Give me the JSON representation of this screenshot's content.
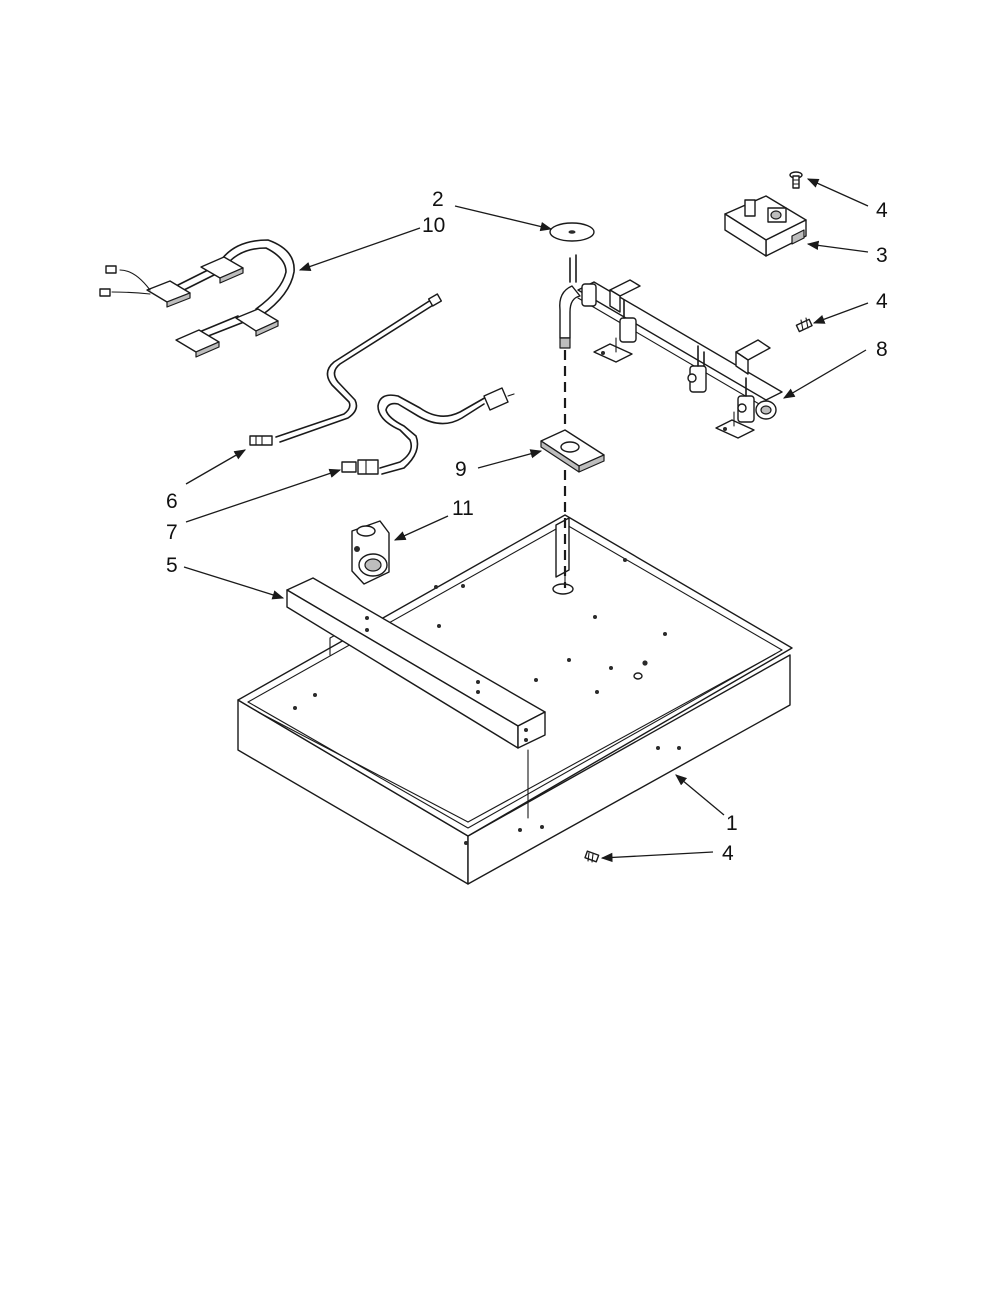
{
  "callouts": [
    {
      "id": "c2",
      "label": "2"
    },
    {
      "id": "c10",
      "label": "10"
    },
    {
      "id": "c4a",
      "label": "4"
    },
    {
      "id": "c3",
      "label": "3"
    },
    {
      "id": "c4b",
      "label": "4"
    },
    {
      "id": "c8",
      "label": "8"
    },
    {
      "id": "c9",
      "label": "9"
    },
    {
      "id": "c6",
      "label": "6"
    },
    {
      "id": "c7",
      "label": "7"
    },
    {
      "id": "c11",
      "label": "11"
    },
    {
      "id": "c5",
      "label": "5"
    },
    {
      "id": "c1",
      "label": "1"
    },
    {
      "id": "c4c",
      "label": "4"
    }
  ]
}
